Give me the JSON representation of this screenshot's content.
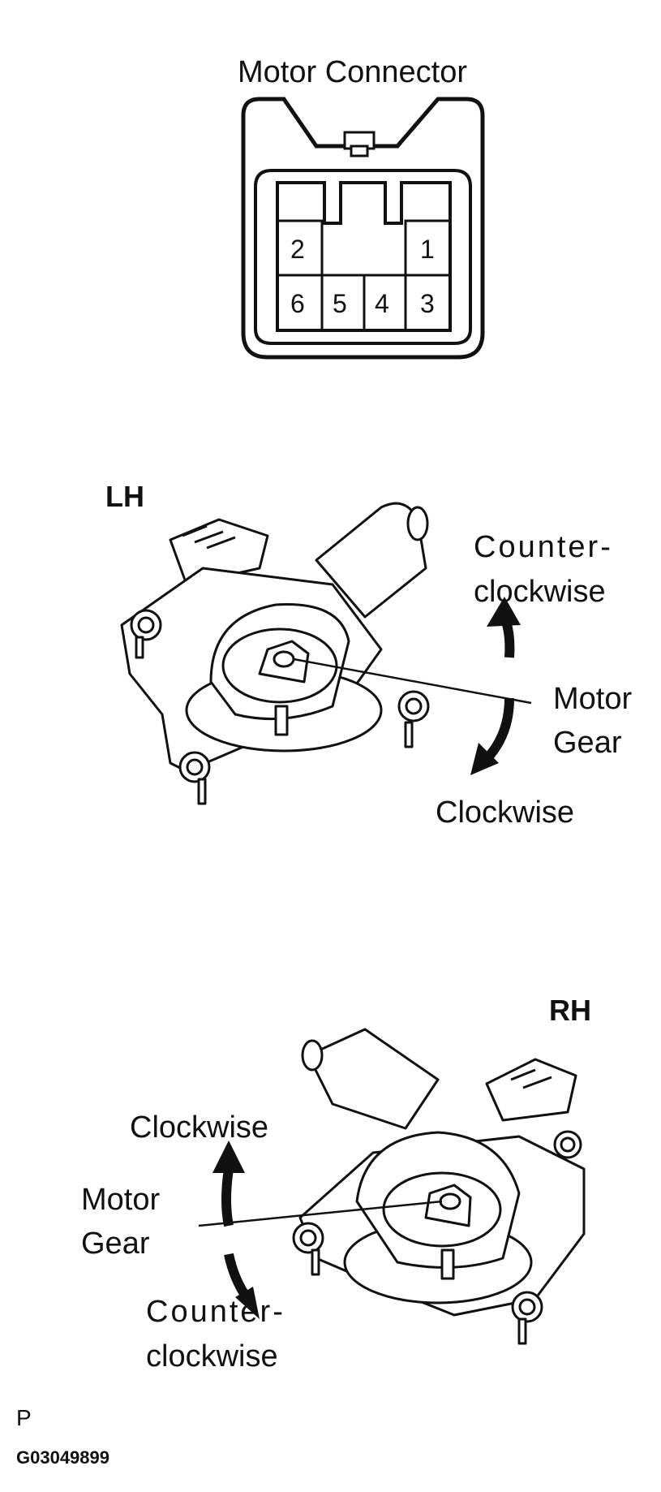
{
  "connector": {
    "title": "Motor Connector",
    "pins": [
      "1",
      "2",
      "3",
      "4",
      "5",
      "6"
    ]
  },
  "lh": {
    "side": "LH",
    "counter_line1": "Counter-",
    "counter_line2": "clockwise",
    "gear_line1": "Motor",
    "gear_line2": "Gear",
    "clockwise": "Clockwise"
  },
  "rh": {
    "side": "RH",
    "clockwise": "Clockwise",
    "gear_line1": "Motor",
    "gear_line2": "Gear",
    "counter_line1": "Counter-",
    "counter_line2": "clockwise"
  },
  "footer": {
    "letter": "P",
    "code": "G03049899"
  }
}
